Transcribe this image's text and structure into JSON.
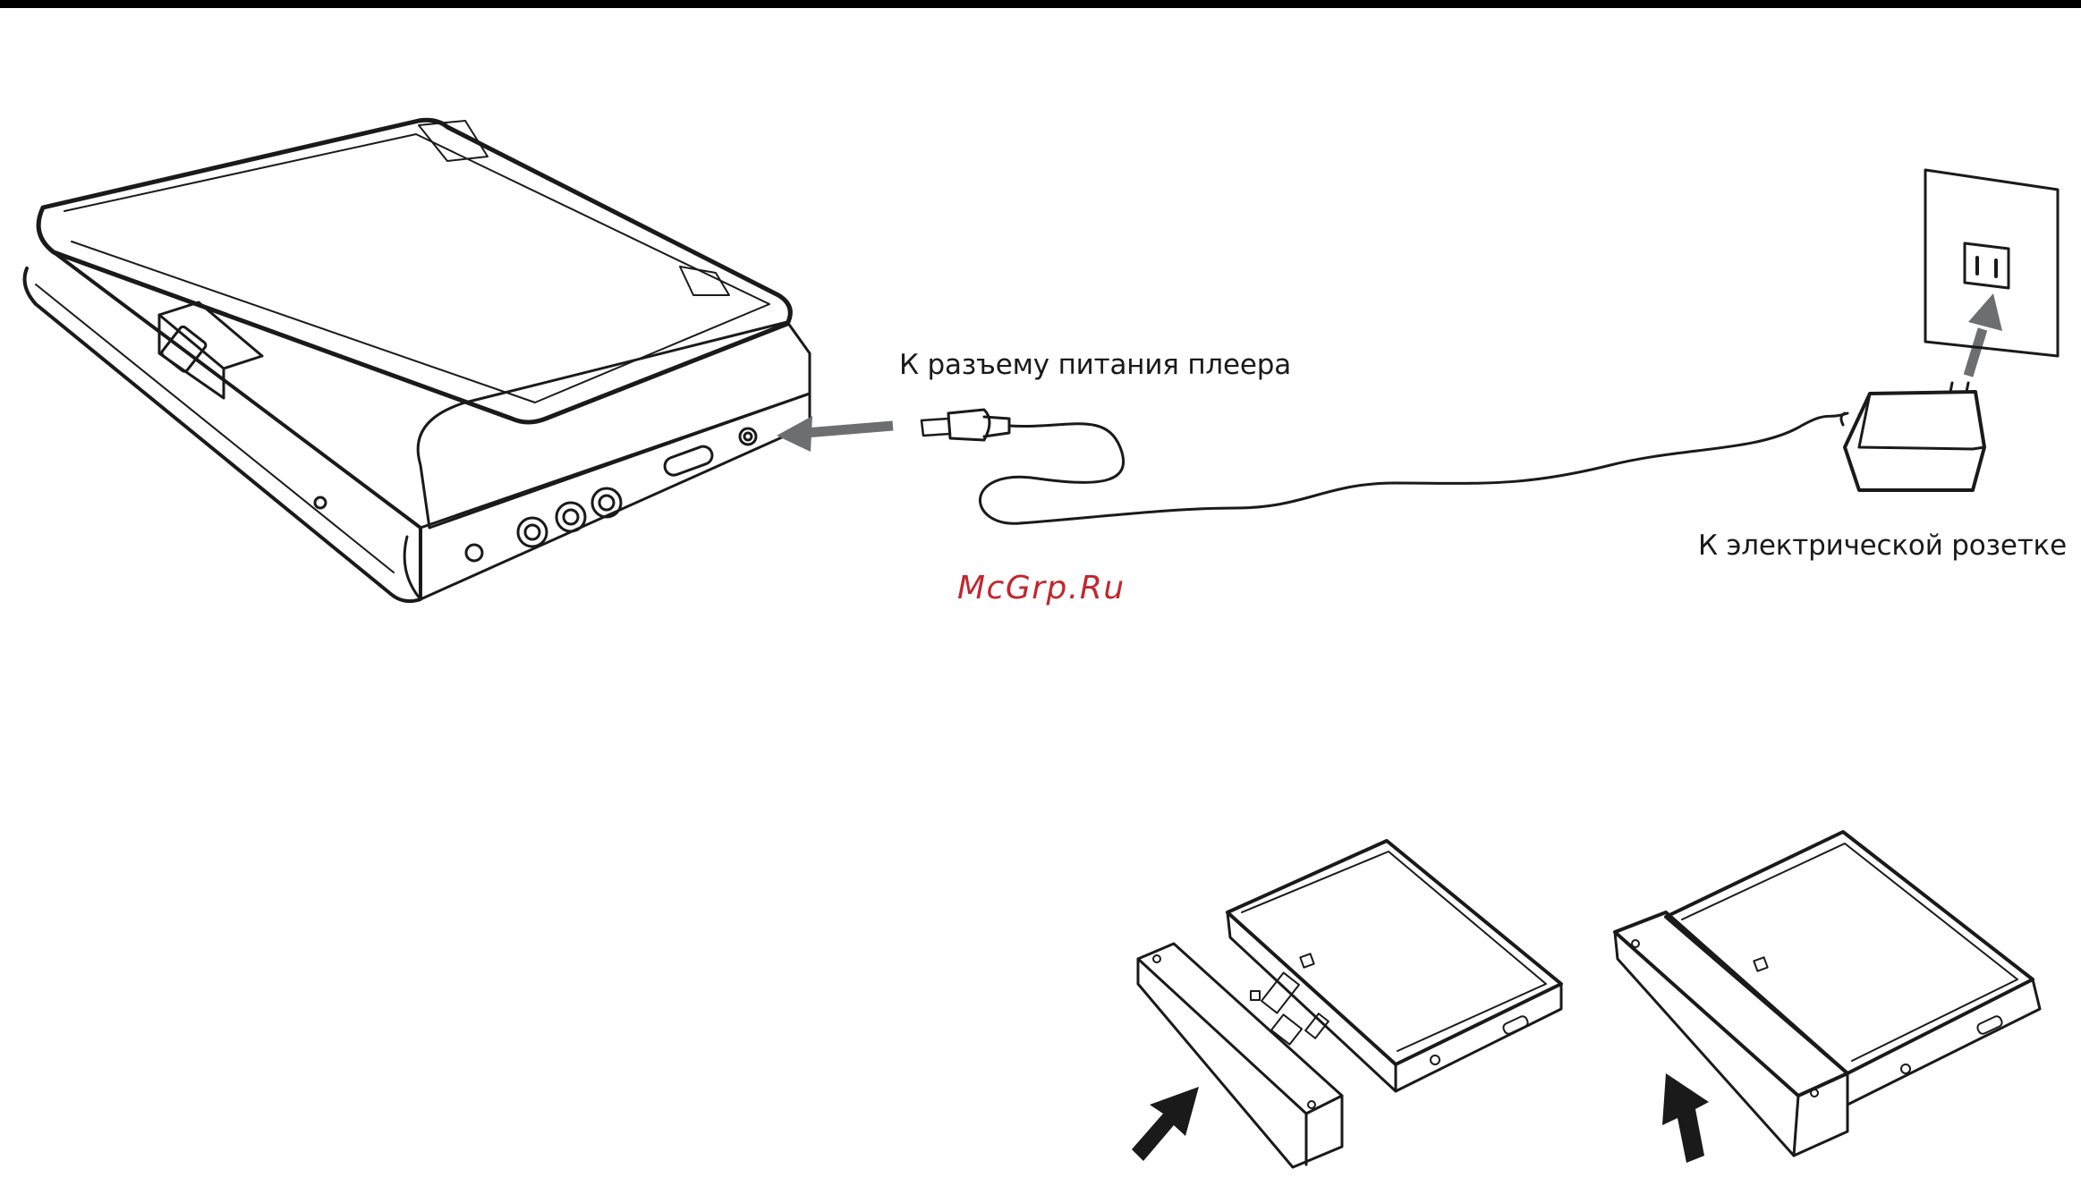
{
  "labels": {
    "power_jack": "К разъему питания плеера",
    "wall_outlet": "К электрической розетке"
  },
  "watermark": "McGrp.Ru",
  "colors": {
    "line_art": "#1a1a1a",
    "arrow_gray": "#6d6e70",
    "watermark_red": "#c1272d",
    "top_bar": "#000000"
  },
  "icons": {
    "player": "portable-dvd-player-icon",
    "plug": "dc-plug-icon",
    "adapter": "ac-adapter-icon",
    "outlet": "wall-outlet-icon",
    "battery": "battery-pack-icon",
    "arrow": "arrow-icon"
  }
}
